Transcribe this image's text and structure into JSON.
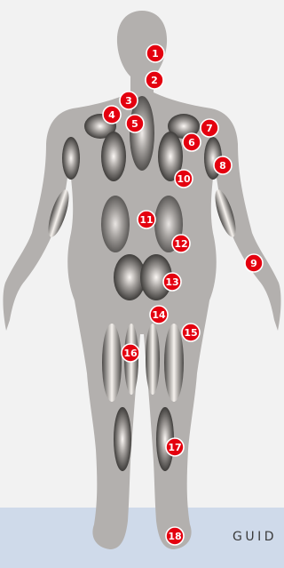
{
  "footer": {
    "label": "GUID"
  },
  "markers": [
    {
      "number": "1"
    },
    {
      "number": "2"
    },
    {
      "number": "3"
    },
    {
      "number": "4"
    },
    {
      "number": "5"
    },
    {
      "number": "6"
    },
    {
      "number": "7"
    },
    {
      "number": "8"
    },
    {
      "number": "9"
    },
    {
      "number": "10"
    },
    {
      "number": "11"
    },
    {
      "number": "12"
    },
    {
      "number": "13"
    },
    {
      "number": "14"
    },
    {
      "number": "15"
    },
    {
      "number": "16"
    },
    {
      "number": "17"
    },
    {
      "number": "18"
    }
  ],
  "colors": {
    "body": "#b3b0ae",
    "muscle_shadow": "#4d4b49",
    "muscle_highlight": "#fbf7f4",
    "marker": "#e4000f",
    "band": "#cfdaea"
  }
}
